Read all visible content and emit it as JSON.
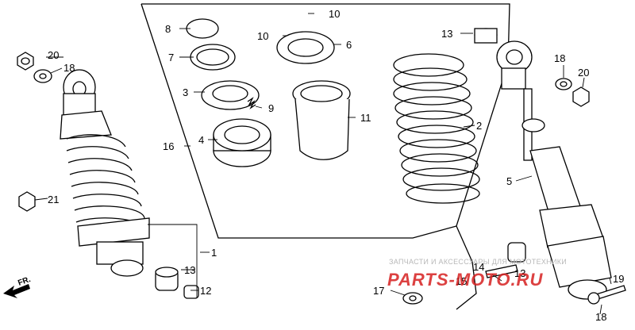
{
  "callouts": {
    "c1": "1",
    "c2": "2",
    "c3": "3",
    "c4": "4",
    "c5": "5",
    "c6": "6",
    "c7": "7",
    "c8": "8",
    "c9": "9",
    "c10a": "10",
    "c10b": "10",
    "c11": "11",
    "c12": "12",
    "c13a": "13",
    "c13b": "13",
    "c13c": "13",
    "c14": "14",
    "c15": "15",
    "c16": "16",
    "c17": "17",
    "c18a": "18",
    "c18b": "18",
    "c18c": "18",
    "c19": "19",
    "c20a": "20",
    "c20b": "20",
    "c21": "21"
  },
  "direction": {
    "label": "FR."
  },
  "watermark": {
    "caption": "ЗАПЧАСТИ И АКСЕССУАРЫ ДЛЯ МОТОТЕХНИКИ",
    "brand": "PARTS-MOTO.RU"
  }
}
